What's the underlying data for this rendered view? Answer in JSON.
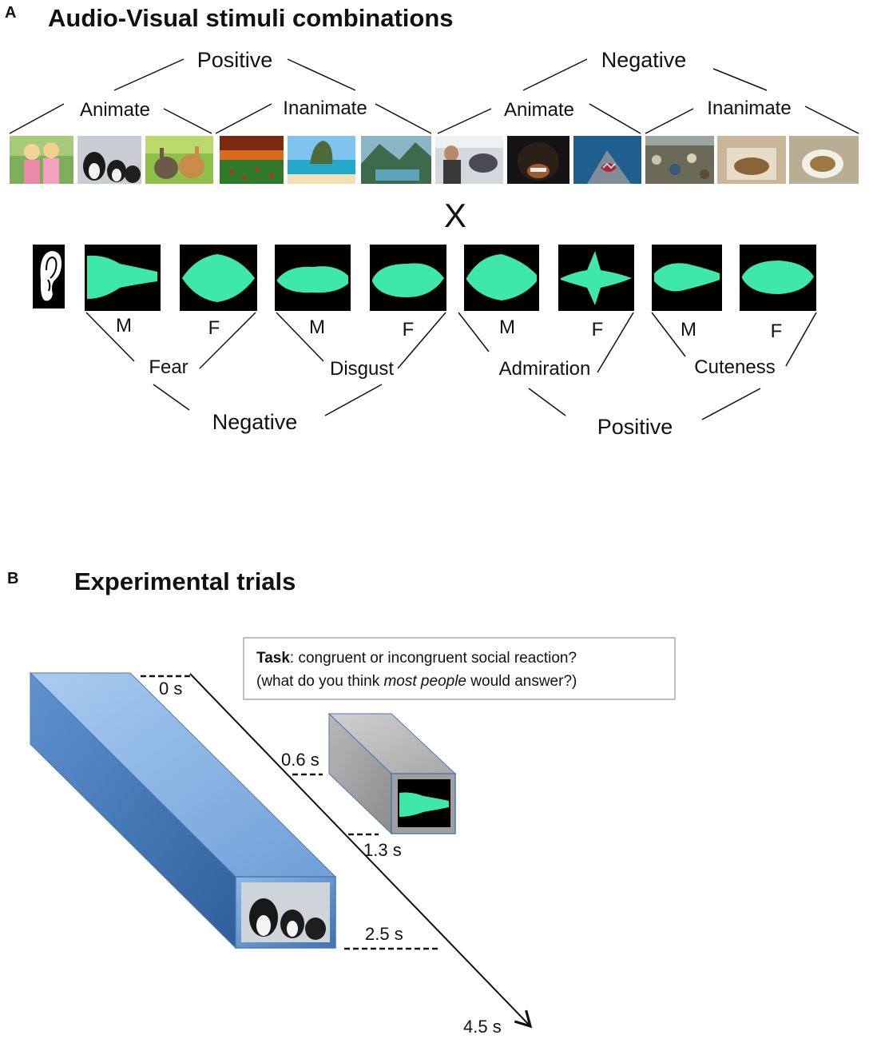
{
  "panel_a": {
    "letter": "A",
    "title": "Audio-Visual stimuli combinations",
    "visual": {
      "positive": "Positive",
      "negative": "Negative",
      "positive_animate": "Animate",
      "positive_inanimate": "Inanimate",
      "negative_animate": "Animate",
      "negative_inanimate": "Inanimate",
      "photos": [
        "children-hugging-photo",
        "puppies-photo",
        "rabbits-photo",
        "sunset-field-photo",
        "beach-rock-photo",
        "mountain-lake-photo",
        "people-fighting-photo",
        "angry-dog-photo",
        "shark-photo",
        "garbage-dump-photo",
        "dirty-sink-photo",
        "dirty-toilet-photo"
      ]
    },
    "cross": "X",
    "auditory": {
      "ear_icon": "ear-icon",
      "m": "M",
      "f": "F",
      "fear": "Fear",
      "disgust": "Disgust",
      "admiration": "Admiration",
      "cuteness": "Cuteness",
      "negative": "Negative",
      "positive": "Positive"
    }
  },
  "panel_b": {
    "letter": "B",
    "title": "Experimental trials",
    "task_bold": "Task",
    "task_line1": ": congruent  or incongruent  social reaction?",
    "task_line2a": "(what do you think ",
    "task_line2_em": "most people",
    "task_line2b": " would answer?)",
    "times": [
      "0 s",
      "0.6 s",
      "1.3 s",
      "2.5 s",
      "4.5 s"
    ]
  },
  "colors": {
    "waveform": "#3ee8a8",
    "blue_box": "#5b8fc9",
    "gray_box": "#9a9a9a"
  }
}
